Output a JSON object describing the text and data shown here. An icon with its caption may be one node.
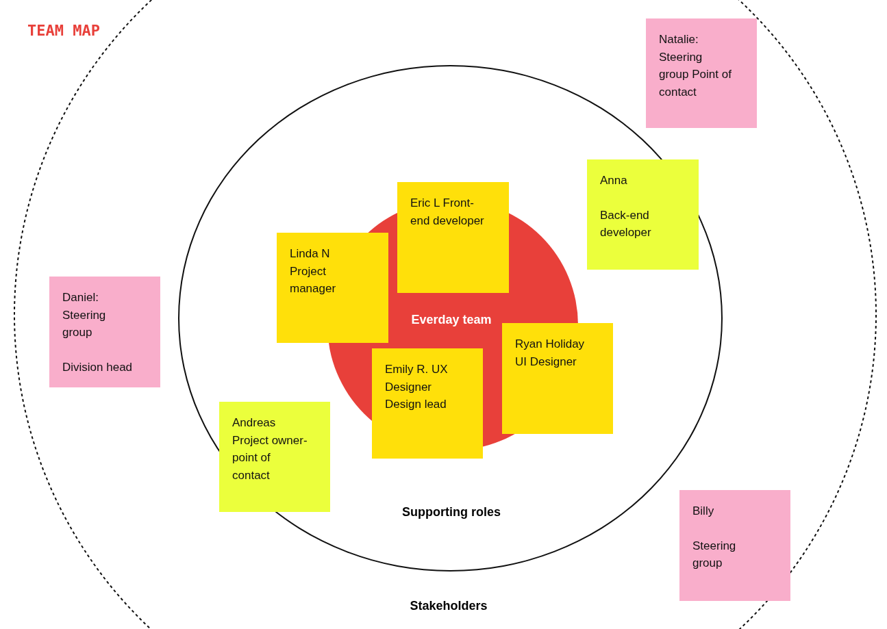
{
  "diagram": {
    "title": "TEAM MAP",
    "nodes": [
      {
        "text": [
          "Stakeholders"
        ]
      },
      {
        "text": [
          "Supporting roles"
        ],
        "in": 0
      },
      {
        "text": [
          "Everday team"
        ],
        "in": 1
      },
      {
        "text": [
          "Natalie: Steering group Point of contact"
        ],
        "in": 0
      },
      {
        "text": [
          "Anna",
          "Back-end developer"
        ],
        "in": 1
      },
      {
        "text": [
          "Daniel: Steering group",
          "Division head"
        ],
        "in": 0
      },
      {
        "text": [
          "Linda N Project manager"
        ],
        "in": 1
      },
      {
        "text": [
          "Eric L Front-end developer"
        ],
        "in": 1
      },
      {
        "text": [
          "Ryan Holiday UI Designer"
        ],
        "in": 1
      },
      {
        "text": [
          "Emily R. UX Designer Design lead"
        ],
        "in": 1
      },
      {
        "text": [
          "Andreas Project owner- point of contact"
        ],
        "in": 1
      },
      {
        "text": [
          "Billy",
          "Steering group"
        ],
        "in": 0
      }
    ],
    "edges": []
  }
}
